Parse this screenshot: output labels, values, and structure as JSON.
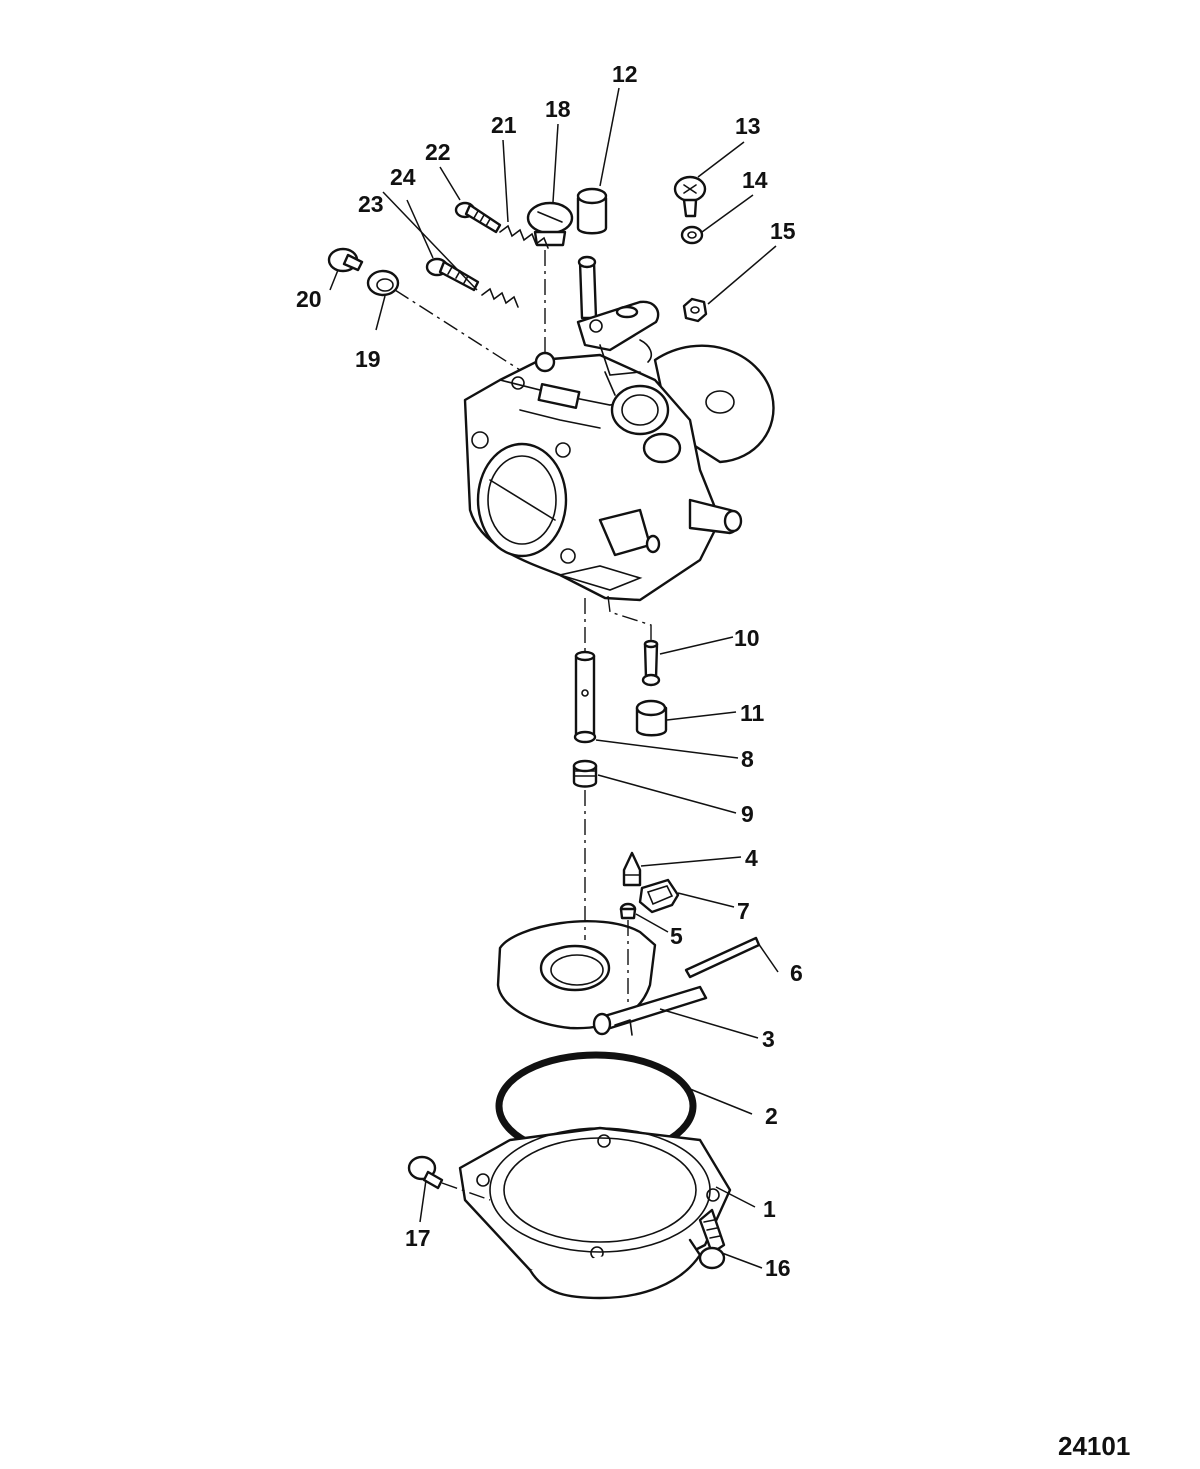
{
  "diagram": {
    "figure_number": "24101",
    "callouts": [
      "1",
      "2",
      "3",
      "4",
      "5",
      "6",
      "7",
      "8",
      "9",
      "10",
      "11",
      "12",
      "13",
      "14",
      "15",
      "16",
      "17",
      "18",
      "19",
      "20",
      "21",
      "22",
      "23",
      "24"
    ]
  }
}
